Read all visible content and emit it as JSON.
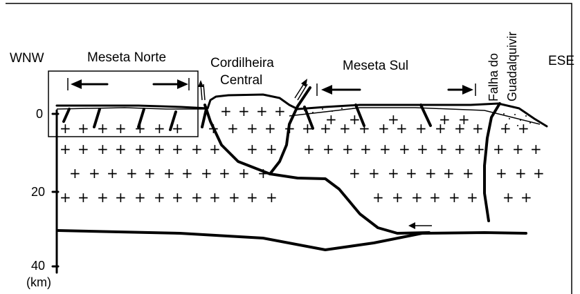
{
  "diagram": {
    "labels": {
      "wnw": "WNW",
      "ese": "ESE",
      "meseta_norte": "Meseta Norte",
      "cordilheira_line1": "Cordilheira",
      "cordilheira_line2": "Central",
      "meseta_sul": "Meseta Sul",
      "falha_line1": "Falha do",
      "falha_line2": "Guadalquivir"
    },
    "depth_axis": {
      "ticks": [
        "0",
        "20",
        "40"
      ],
      "unit": "(km)"
    },
    "colors": {
      "ink": "#000000",
      "background": "#ffffff"
    }
  }
}
